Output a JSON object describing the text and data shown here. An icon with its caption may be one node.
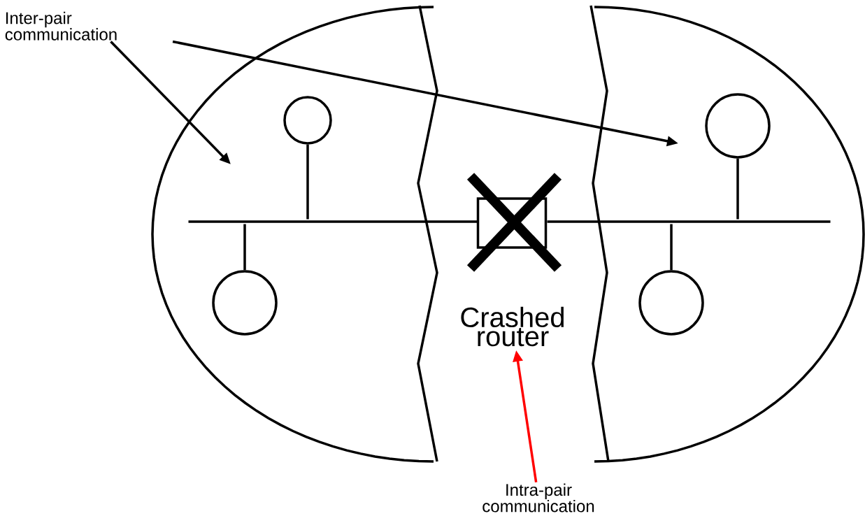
{
  "diagram": {
    "nodes": [
      {
        "text": [
          "Inter-pair communication"
        ]
      },
      {
        "text": [],
        "shape": "circle"
      },
      {
        "text": [],
        "shape": "circle"
      },
      {
        "text": [],
        "shape": "box"
      },
      {
        "text": [
          "Crashed router"
        ]
      },
      {
        "text": [],
        "shape": "circle"
      },
      {
        "text": [],
        "shape": "circle"
      },
      {
        "text": [
          "Intra-pair communication"
        ]
      },
      {
        "text": [],
        "shape": "bar"
      },
      {
        "text": [],
        "shape": "bar"
      }
    ],
    "edges": [
      {
        "from": 0,
        "to": null,
        "arrow": "to"
      },
      {
        "from": 0,
        "to": null,
        "arrow": "to"
      },
      {
        "from": 7,
        "to": 4,
        "arrow": "to",
        "color": "#ff0000"
      },
      {
        "from": 1,
        "to": 8,
        "arrow": "none"
      },
      {
        "from": 2,
        "to": 8,
        "arrow": "none"
      },
      {
        "from": 5,
        "to": 9,
        "arrow": "none"
      },
      {
        "from": 6,
        "to": 9,
        "arrow": "none"
      }
    ]
  }
}
